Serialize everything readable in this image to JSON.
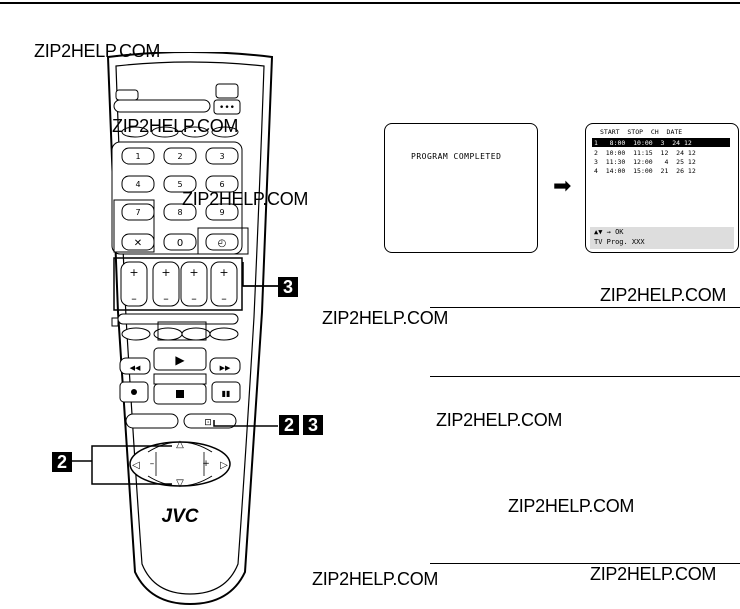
{
  "watermarks": [
    "ZIP2HELP.COM",
    "ZIP2HELP.COM",
    "ZIP2HELP.COM",
    "ZIP2HELP.COM",
    "ZIP2HELP.COM",
    "ZIP2HELP.COM",
    "ZIP2HELP.COM",
    "ZIP2HELP.COM",
    "ZIP2HELP.COM"
  ],
  "callouts": {
    "step3_top": "3",
    "step2_mid": "2",
    "step3_mid": "3",
    "step2_left": "2"
  },
  "remote": {
    "brand": "JVC",
    "keys": [
      "1",
      "2",
      "3",
      "4",
      "5",
      "6",
      "7",
      "8",
      "9",
      "0"
    ]
  },
  "screen_left": {
    "message": "PROGRAM COMPLETED"
  },
  "screen_right": {
    "header": "START  STOP  CH  DATE",
    "rows": [
      "1   8:00  10:00  3  24 12",
      "2  10:00  11:15  12  24 12",
      "3  11:30  12:00   4  25 12",
      "4  14:00  15:00  21  26 12"
    ],
    "footer_line1": "▲▼ → OK",
    "footer_line2": "TV Prog. XXX"
  },
  "arrow_symbol": "➡"
}
